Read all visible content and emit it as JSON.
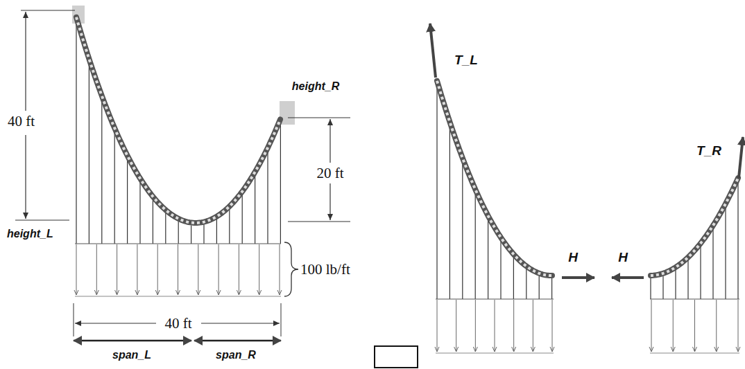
{
  "diagram": {
    "labels": [
      "40 ft",
      "height_R",
      "20 ft",
      "height_L",
      "100 lb/ft",
      "40 ft",
      "span_L",
      "span_R",
      "T_L",
      "T_R",
      "H",
      "H"
    ]
  }
}
